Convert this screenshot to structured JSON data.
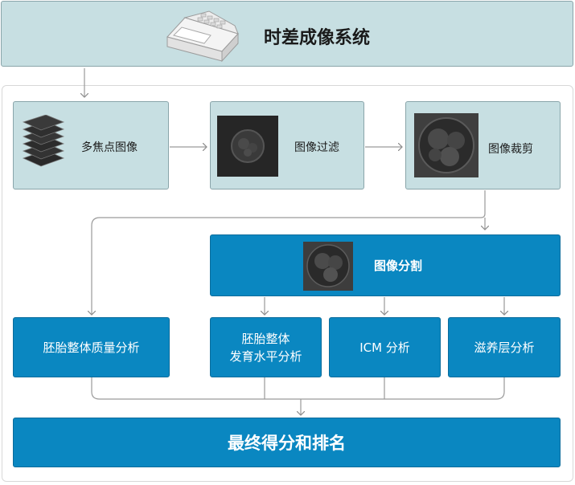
{
  "title": "时差成像系统",
  "steps": {
    "multifocus": "多焦点图像",
    "filter": "图像过滤",
    "crop": "图像裁剪",
    "segment": "图像分割"
  },
  "analyses": {
    "embryo_quality": "胚胎整体质量分析",
    "embryo_dev_line1": "胚胎整体",
    "embryo_dev_line2": "发育水平分析",
    "icm": "ICM 分析",
    "trophoblast": "滋养层分析"
  },
  "final": "最终得分和排名",
  "colors": {
    "header_bg": "#c7dfe2",
    "process_box": "#c7dfe2",
    "analysis_box": "#0a87c1",
    "arrow": "#9a9a9a"
  },
  "icons": [
    "time-lapse-device-icon",
    "image-stack-icon",
    "embryo-image"
  ]
}
